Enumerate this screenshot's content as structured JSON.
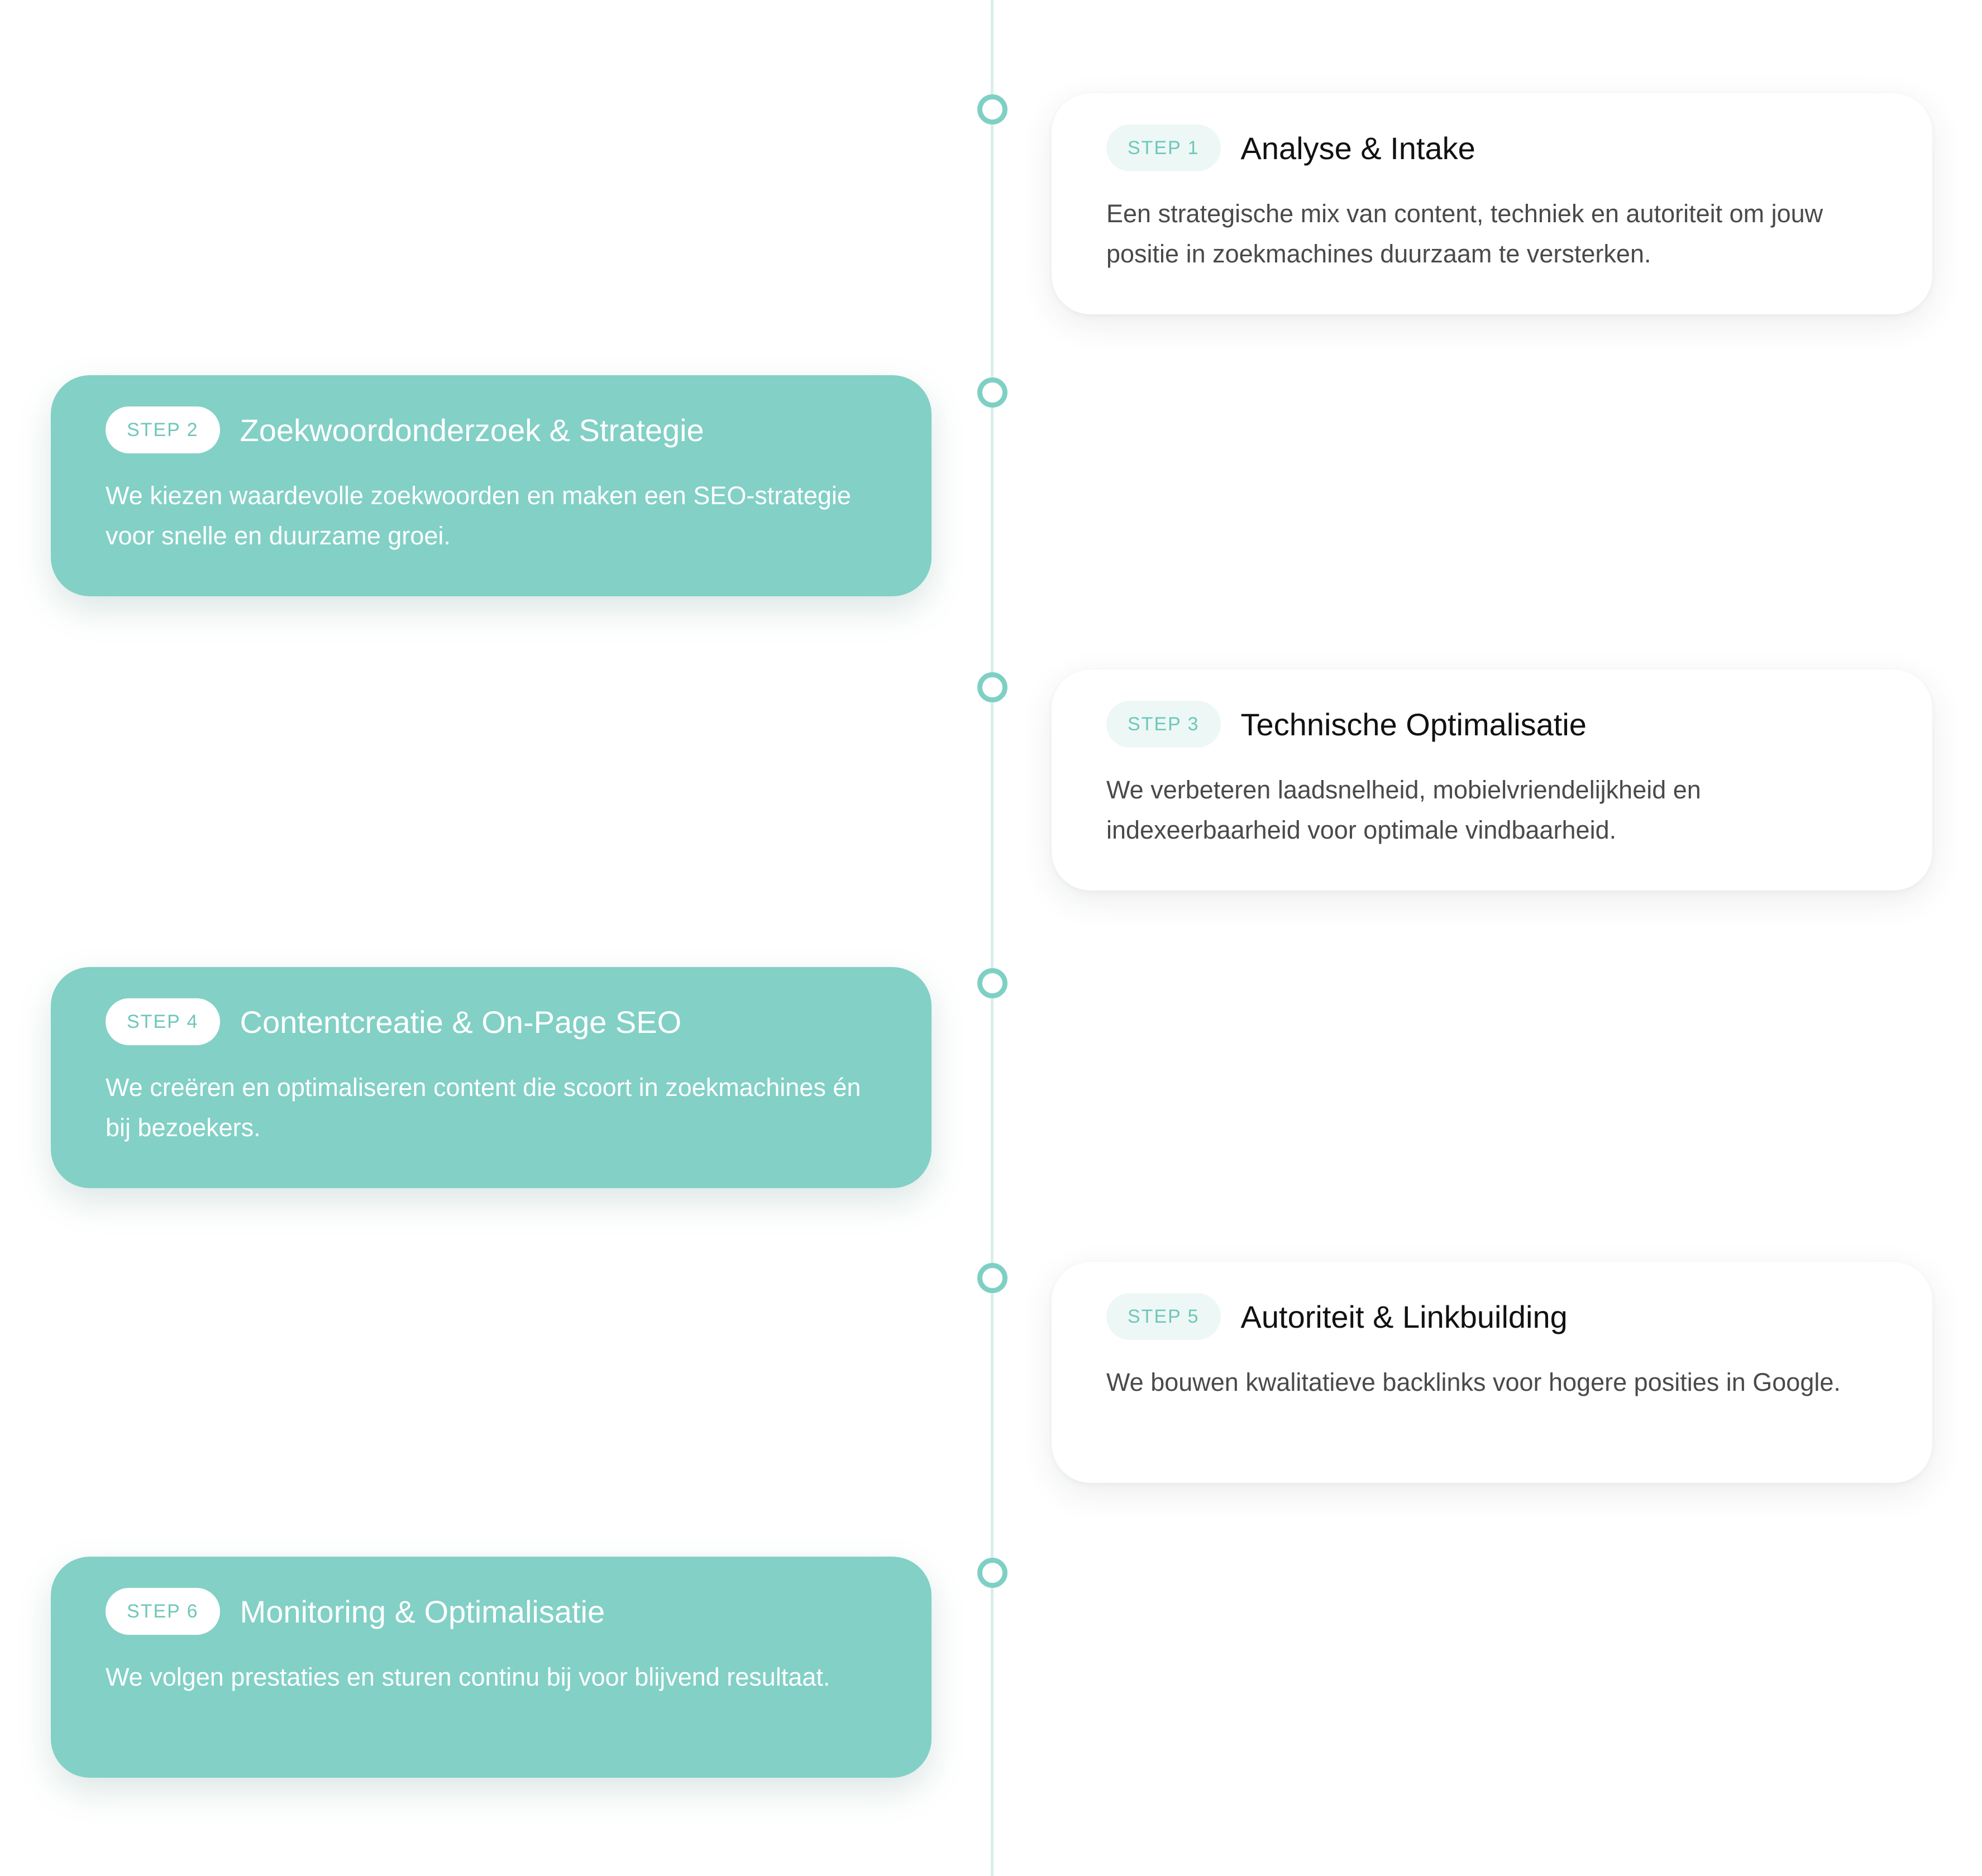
{
  "steps": [
    {
      "badge": "STEP 1",
      "title": "Analyse & Intake",
      "description": "Een strategische mix van content, techniek en autoriteit om jouw positie in zoekmachines duurzaam te versterken.",
      "side": "right",
      "style": "white"
    },
    {
      "badge": "STEP 2",
      "title": "Zoekwoordonderzoek & Strategie",
      "description": "We kiezen waardevolle zoekwoorden en maken een SEO-strategie voor snelle en duurzame groei.",
      "side": "left",
      "style": "teal"
    },
    {
      "badge": "STEP 3",
      "title": "Technische Optimalisatie",
      "description": "We verbeteren laadsnelheid, mobielvriendelijkheid en indexeerbaarheid voor optimale vindbaarheid.",
      "side": "right",
      "style": "white"
    },
    {
      "badge": "STEP 4",
      "title": "Contentcreatie & On-Page SEO",
      "description": "We creëren en optimaliseren content die scoort in zoekmachines én bij bezoekers.",
      "side": "left",
      "style": "teal"
    },
    {
      "badge": "STEP 5",
      "title": "Autoriteit & Linkbuilding",
      "description": "We bouwen kwalitatieve backlinks voor hogere posities in Google.",
      "side": "right",
      "style": "white"
    },
    {
      "badge": "STEP 6",
      "title": "Monitoring & Optimalisatie",
      "description": "We volgen prestaties en sturen continu bij voor blijvend resultaat.",
      "side": "left",
      "style": "teal"
    }
  ],
  "colors": {
    "accent": "#82d0c6",
    "node_ring": "#7fd0c4",
    "timeline_line": "#d8efeb",
    "badge_text": "#6ec7ba"
  }
}
